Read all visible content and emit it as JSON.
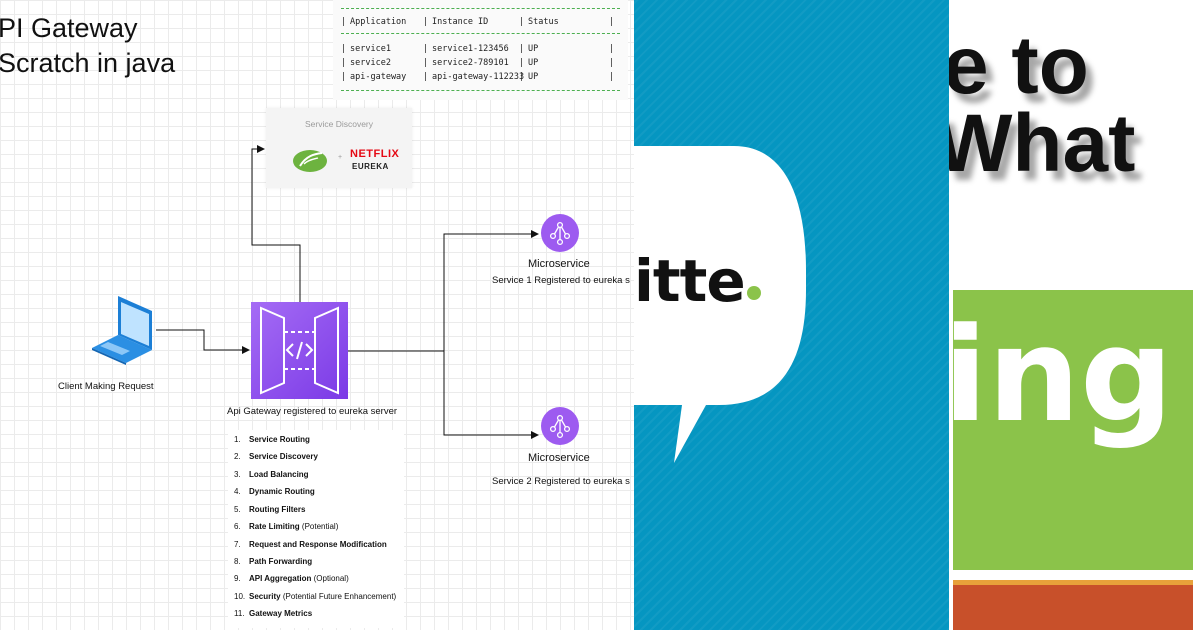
{
  "diagram": {
    "title_lines": [
      "PI Gateway",
      "Scratch in java"
    ],
    "table": {
      "headers": [
        "Application",
        "Instance ID",
        "Status"
      ],
      "rows": [
        [
          "service1",
          "service1-123456",
          "UP"
        ],
        [
          "service2",
          "service2-789101",
          "UP"
        ],
        [
          "api-gateway",
          "api-gateway-112233",
          "UP"
        ]
      ]
    },
    "service_discovery": {
      "title": "Service Discovery",
      "netflix": "NETFLIX",
      "eureka": "EUREKA"
    },
    "client_label": "Client Making Request",
    "gateway_label": "Api Gateway registered to eureka server",
    "microservices": [
      {
        "title": "Microservice",
        "caption": "Service 1 Registered to eureka s"
      },
      {
        "title": "Microservice",
        "caption": "Service 2 Registered to eureka s"
      }
    ],
    "features": [
      {
        "num": "1.",
        "label": "Service Routing",
        "note": ""
      },
      {
        "num": "2.",
        "label": "Service Discovery",
        "note": ""
      },
      {
        "num": "3.",
        "label": "Load Balancing",
        "note": ""
      },
      {
        "num": "4.",
        "label": "Dynamic Routing",
        "note": ""
      },
      {
        "num": "5.",
        "label": "Routing Filters",
        "note": ""
      },
      {
        "num": "6.",
        "label": "Rate Limiting",
        "note": "(Potential)"
      },
      {
        "num": "7.",
        "label": "Request and Response Modification",
        "note": ""
      },
      {
        "num": "8.",
        "label": "Path Forwarding",
        "note": ""
      },
      {
        "num": "9.",
        "label": "API Aggregation",
        "note": "(Optional)"
      },
      {
        "num": "10.",
        "label": "Security",
        "note": "(Potential Future Enhancement)"
      },
      {
        "num": "11.",
        "label": "Gateway Metrics",
        "note": ""
      }
    ]
  },
  "logo": {
    "text": "itte"
  },
  "big_text": {
    "line1": "e to",
    "line2": "What",
    "line3": "ing"
  },
  "colors": {
    "gateway_purple": "#8e4ff0",
    "microservice_purple": "#9d5bf0",
    "spring_green": "#6db33f",
    "netflix_red": "#e50914",
    "logo_blue": "#0596c1",
    "logo_dot_green": "#8bc34a",
    "block_green": "#8bc34a",
    "strip_orange": "#c8502a"
  },
  "icons": [
    "laptop-icon",
    "api-gateway-icon",
    "microservice-icon",
    "spring-leaf-icon",
    "speech-bubble-icon"
  ]
}
